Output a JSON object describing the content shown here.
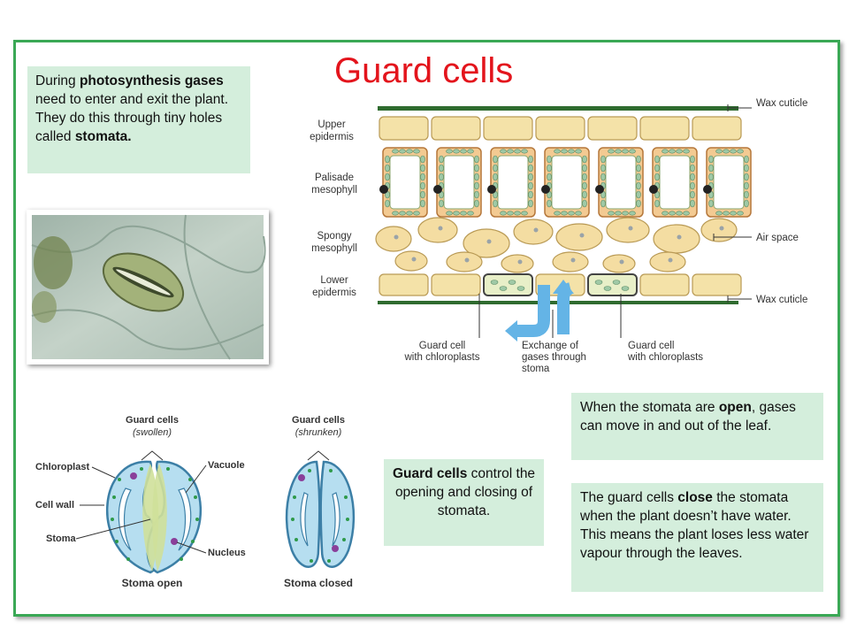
{
  "title": "Guard cells",
  "intro": {
    "t1": "During ",
    "b1": "photosynthesis gases",
    "t2": " need to enter and exit the plant. They do this through tiny holes called ",
    "b2": "stomata."
  },
  "open_box": {
    "t1": "When the stomata are ",
    "b1": "open",
    "t2": ", gases can move in and out of the leaf."
  },
  "close_box": {
    "t1": "The guard cells ",
    "b1": "close",
    "t2": " the stomata when the plant doesn’t have water. This means the plant loses less water vapour through the leaves."
  },
  "control_box": {
    "b1": "Guard cells",
    "t1": " control the opening and closing of stomata."
  },
  "leaf_labels": {
    "upper1": "Upper",
    "upper2": "epidermis",
    "pal1": "Palisade",
    "pal2": "mesophyll",
    "spongy1": "Spongy",
    "spongy2": "mesophyll",
    "lower1": "Lower",
    "lower2": "epidermis",
    "wax_top": "Wax cuticle",
    "air": "Air space",
    "wax_bottom": "Wax cuticle",
    "gc_left1": "Guard cell",
    "gc_left2": "with chloroplasts",
    "ex1": "Exchange of",
    "ex2": "gases through",
    "ex3": "stoma",
    "gc_right1": "Guard cell",
    "gc_right2": "with chloroplasts"
  },
  "stoma_labels": {
    "gc_open1": "Guard cells",
    "gc_open2": "(swollen)",
    "gc_closed1": "Guard cells",
    "gc_closed2": "(shrunken)",
    "chloroplast": "Chloroplast",
    "vacuole": "Vacuole",
    "cell_wall": "Cell wall",
    "stoma": "Stoma",
    "nucleus": "Nucleus",
    "open": "Stoma open",
    "closed": "Stoma closed"
  }
}
